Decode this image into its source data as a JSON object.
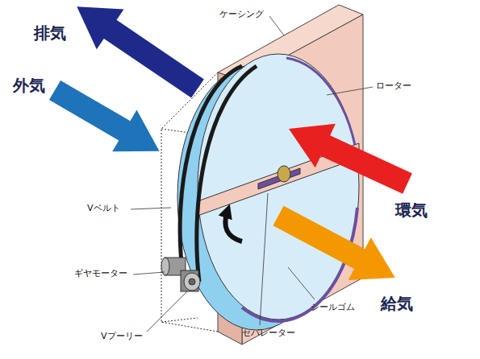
{
  "diagram": {
    "labels": [
      "ケーシング",
      "排気",
      "外気",
      "ローター",
      "環気",
      "Vベルト",
      "ギヤモーター",
      "給気",
      "シールゴム",
      "Vプーリー",
      "セパレーター"
    ]
  }
}
